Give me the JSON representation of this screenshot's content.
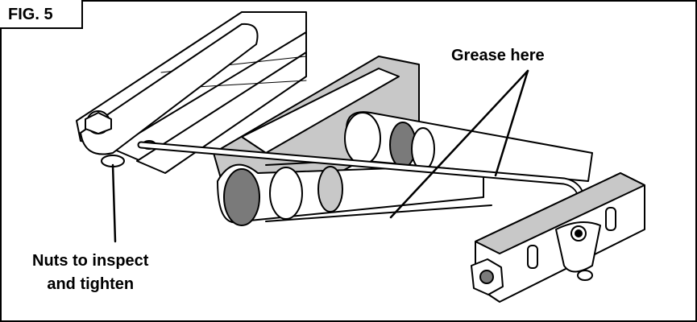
{
  "figure": {
    "label": "FIG. 5"
  },
  "callouts": {
    "grease": "Grease here",
    "nuts_line1": "Nuts to inspect",
    "nuts_line2": "and tighten"
  },
  "colors": {
    "outline": "#000000",
    "shade": "#c8c8c8",
    "dark_shade": "#7a7a7a",
    "paper": "#ffffff"
  }
}
